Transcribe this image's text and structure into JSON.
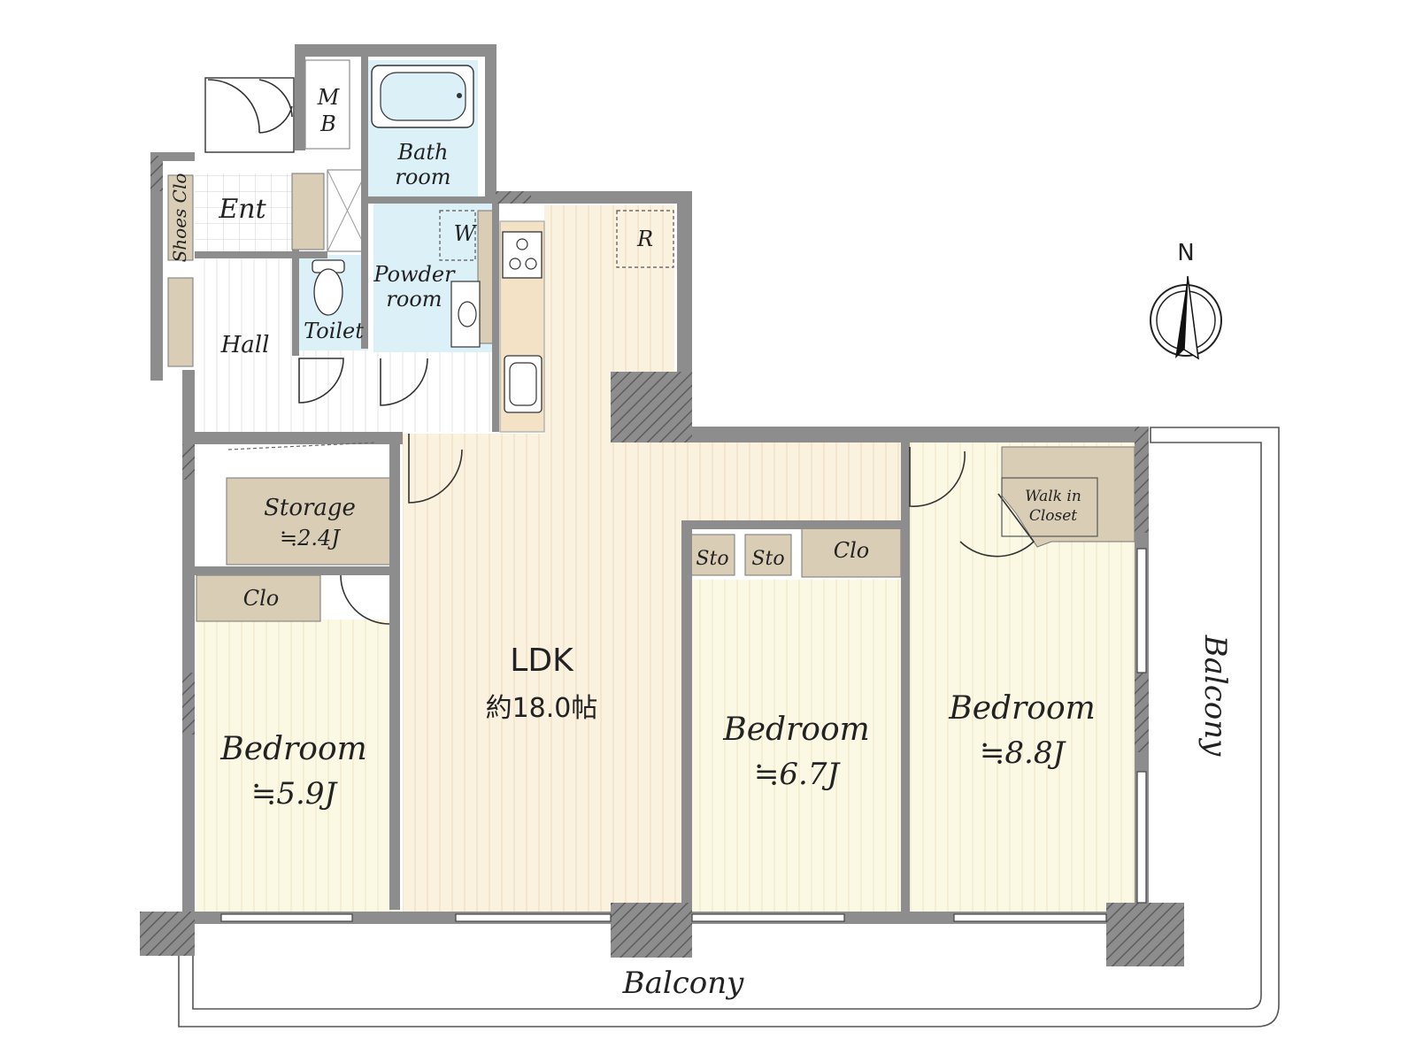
{
  "compass": {
    "north_label": "N"
  },
  "rooms": {
    "mb": {
      "line1": "M",
      "line2": "B"
    },
    "bath": {
      "line1": "Bath",
      "line2": "room"
    },
    "ent": {
      "label": "Ent"
    },
    "shoes": {
      "label": "Shoes Clo"
    },
    "w": {
      "label": "W"
    },
    "powder": {
      "line1": "Powder",
      "line2": "room"
    },
    "toilet": {
      "label": "Toilet"
    },
    "hall": {
      "label": "Hall"
    },
    "r": {
      "label": "R"
    },
    "storage": {
      "label": "Storage",
      "area": "≒2.4J"
    },
    "clo_left": {
      "label": "Clo"
    },
    "bedroom1": {
      "label": "Bedroom",
      "area": "≒5.9J"
    },
    "ldk": {
      "label": "LDK",
      "area": "約18.0帖"
    },
    "sto1": {
      "label": "Sto"
    },
    "sto2": {
      "label": "Sto"
    },
    "clo_mid": {
      "label": "Clo"
    },
    "bedroom2": {
      "label": "Bedroom",
      "area": "≒6.7J"
    },
    "walkin": {
      "line1": "Walk in",
      "line2": "Closet"
    },
    "bedroom3": {
      "label": "Bedroom",
      "area": "≒8.8J"
    },
    "balcony_bottom": {
      "label": "Balcony"
    },
    "balcony_right": {
      "label": "Balcony"
    }
  },
  "colors": {
    "floor_wood": "#fbf1df",
    "floor_bed": "#fbf8e3",
    "wet_area": "#dcf0f8",
    "storage": "#d9cdb6",
    "wall": "#8d8d8d",
    "hall": "#ffffff"
  }
}
